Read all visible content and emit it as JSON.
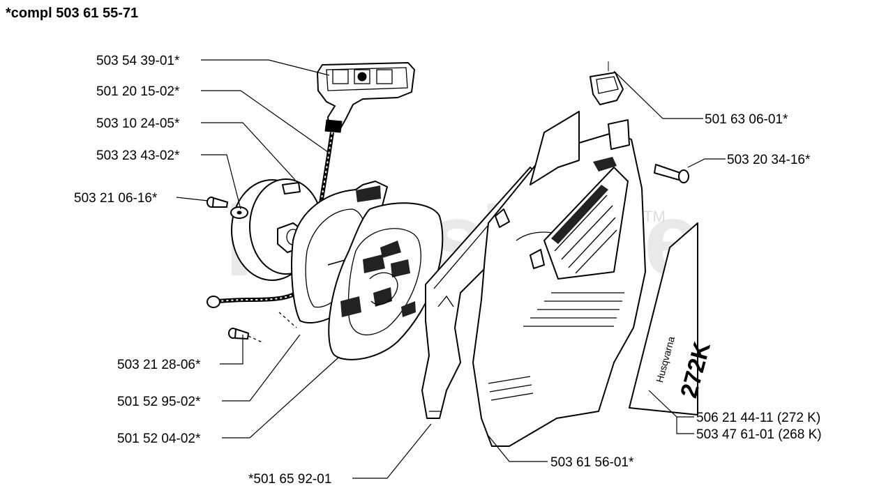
{
  "header": {
    "title": "*compl 503 61 55-71"
  },
  "watermark": {
    "text": "PartsTree",
    "tm": "TM"
  },
  "decal": {
    "model_text": "272K",
    "brand_text": "Husqvarna"
  },
  "callouts": [
    {
      "id": "starter-handle",
      "label": "503 54 39-01*"
    },
    {
      "id": "rope-clip",
      "label": "501 20 15-02*"
    },
    {
      "id": "starter-pulley",
      "label": "503 10 24-05*"
    },
    {
      "id": "washer",
      "label": "503 23 43-02*"
    },
    {
      "id": "pulley-screw",
      "label": "503 21 06-16*"
    },
    {
      "id": "plug-cap",
      "label": "501 63 06-01*"
    },
    {
      "id": "housing-screw",
      "label": "503 20 34-16*"
    },
    {
      "id": "spring-screw",
      "label": "503 21 28-06*"
    },
    {
      "id": "spring-cassette",
      "label": "501 52 95-02*"
    },
    {
      "id": "recoil-spring",
      "label": "501 52 04-02*"
    },
    {
      "id": "decal-272k",
      "label": "506 21 44-11 (272 K)"
    },
    {
      "id": "decal-268k",
      "label": "503 47 61-01 (268 K)"
    },
    {
      "id": "starter-housing",
      "label": "503 61 56-01*"
    },
    {
      "id": "gasket-plate",
      "label": "*501 65 92-01"
    }
  ]
}
